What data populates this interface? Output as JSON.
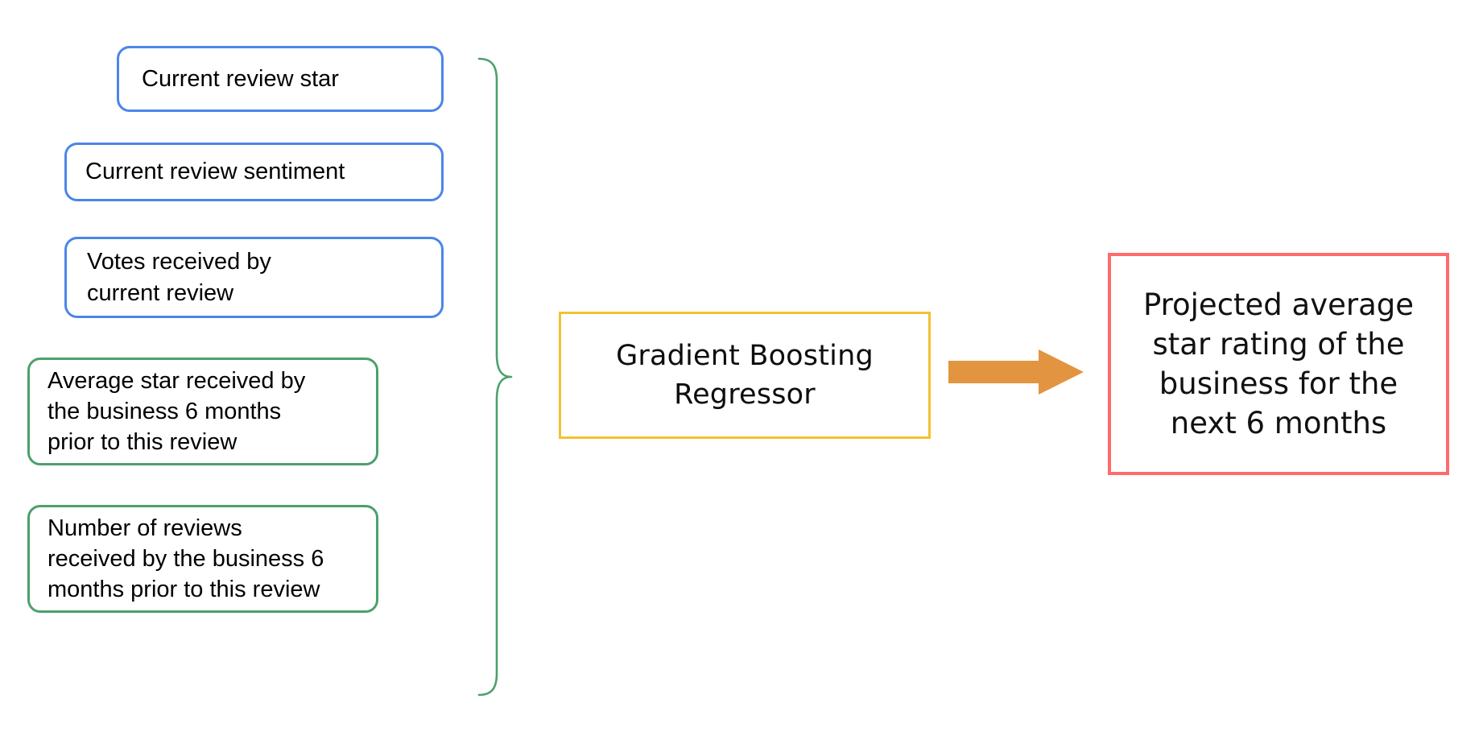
{
  "diagram": {
    "title": "Gradient Boosting Regressor feature-to-prediction diagram",
    "colors": {
      "blue_border": "#4A86E8",
      "green_border": "#4CA06C",
      "yellow_border": "#F1C232",
      "red_border": "#FF6B6B",
      "arrow_fill": "#E39440",
      "background": "#FFFFFF",
      "text": "#000000"
    },
    "features": [
      {
        "id": "current-review-star",
        "label": "Current review star",
        "group": "review-level",
        "border_color": "#4A86E8"
      },
      {
        "id": "current-review-sentiment",
        "label": "Current review sentiment",
        "group": "review-level",
        "border_color": "#4A86E8"
      },
      {
        "id": "votes-received",
        "label": "Votes received by\ncurrent review",
        "group": "review-level",
        "border_color": "#4A86E8"
      },
      {
        "id": "avg-star-prior",
        "label": "Average star received by\nthe business 6 months\nprior to this review",
        "group": "business-level",
        "border_color": "#4CA06C"
      },
      {
        "id": "num-reviews-prior",
        "label": "Number of reviews\nreceived by the business 6\nmonths prior to this review",
        "group": "business-level",
        "border_color": "#4CA06C"
      }
    ],
    "brace": {
      "icon": "curly-brace-icon",
      "orientation": "right-pointing",
      "color": "#4CA06C"
    },
    "model": {
      "id": "gradient-boosting-regressor",
      "label": "Gradient Boosting\nRegressor",
      "border_color": "#F1C232"
    },
    "arrow": {
      "icon": "right-arrow-icon",
      "direction": "right",
      "color": "#E39440"
    },
    "output": {
      "id": "projected-average-star-rating",
      "label": "Projected average\nstar rating of the\nbusiness for the\nnext 6 months",
      "border_color": "#FF6B6B"
    }
  }
}
